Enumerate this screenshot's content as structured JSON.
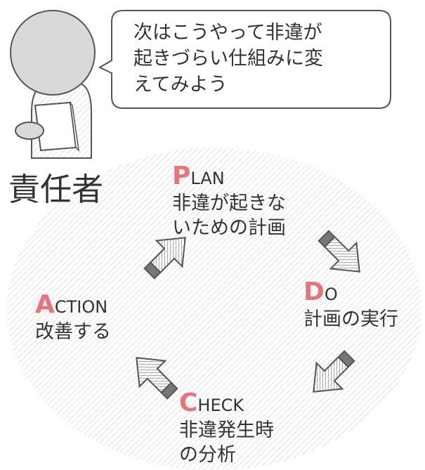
{
  "speech": {
    "lines": [
      "次はこうやって非違が",
      "起きづらい仕組みに変",
      "えてみよう"
    ]
  },
  "role_label": "責任者",
  "cycle": {
    "plan": {
      "initial": "P",
      "rest": "LAN",
      "lines": [
        "非違が起きな",
        "いための計画"
      ]
    },
    "do": {
      "initial": "D",
      "rest": "O",
      "lines": [
        "計画の実行"
      ]
    },
    "check": {
      "initial": "C",
      "rest": "HECK",
      "lines": [
        "非違発生時",
        "の分析"
      ]
    },
    "action": {
      "initial": "A",
      "rest": "CTION",
      "lines": [
        "改善する"
      ]
    }
  },
  "colors": {
    "accent": "#e8737a",
    "text": "#333333",
    "stroke": "#555555"
  },
  "icons": {
    "arrow": "hatched-block-arrow",
    "person": "person-silhouette-icon",
    "document": "document-icon"
  }
}
